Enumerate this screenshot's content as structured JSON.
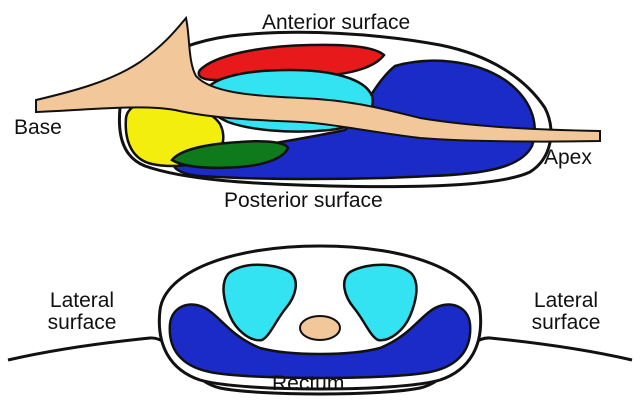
{
  "labels": {
    "anterior": "Anterior surface",
    "base": "Base",
    "apex": "Apex",
    "posterior": "Posterior surface",
    "lateral_left_line1": "Lateral",
    "lateral_left_line2": "surface",
    "lateral_right_line1": "Lateral",
    "lateral_right_line2": "surface",
    "rectum": "Rectum"
  },
  "colors": {
    "outline": "#111111",
    "bladder_tan": "#f2c79a",
    "anterior_zone_red": "#e8191b",
    "central_zone_cyan": "#33e3f2",
    "peripheral_zone_blue": "#1a2bc8",
    "seminal_yellow": "#f4ee0e",
    "ejaculatory_green": "#0f7a1c"
  }
}
